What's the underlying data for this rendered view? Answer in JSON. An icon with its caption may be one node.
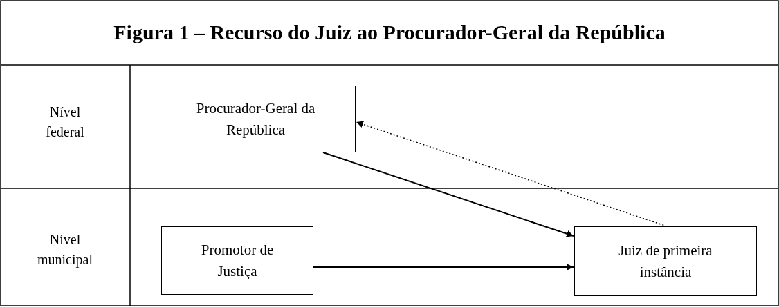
{
  "diagram": {
    "title": "Figura 1 – Recurso do Juiz ao Procurador-Geral da República",
    "nodes": [
      {
        "text": [
          "Procurador-Geral da República"
        ]
      },
      {
        "text": [
          "Promotor de Justiça"
        ]
      },
      {
        "text": [
          "Juiz de primeira instância"
        ]
      }
    ],
    "edges": [
      {
        "from": 0,
        "to": 2,
        "arrow": "to"
      },
      {
        "from": 1,
        "to": 2,
        "arrow": "to"
      },
      {
        "from": 2,
        "to": 0,
        "arrow": "to",
        "style": "dashed"
      }
    ],
    "labels": [
      "Nível federal",
      "Nível municipal"
    ]
  }
}
